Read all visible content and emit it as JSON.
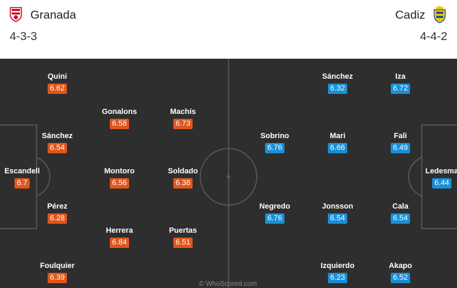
{
  "home": {
    "name": "Granada",
    "formation": "4-3-3",
    "color": "#e0561b",
    "players": [
      {
        "name": "Quini",
        "rating": "6.62"
      },
      {
        "name": "Sánchez",
        "rating": "6.54"
      },
      {
        "name": "Escandell",
        "rating": "6.7"
      },
      {
        "name": "Pérez",
        "rating": "6.28"
      },
      {
        "name": "Foulquier",
        "rating": "6.39"
      },
      {
        "name": "Gonalons",
        "rating": "6.58"
      },
      {
        "name": "Montoro",
        "rating": "6.56"
      },
      {
        "name": "Herrera",
        "rating": "6.84"
      },
      {
        "name": "Machís",
        "rating": "6.73"
      },
      {
        "name": "Soldado",
        "rating": "6.38"
      },
      {
        "name": "Puertas",
        "rating": "6.51"
      }
    ]
  },
  "away": {
    "name": "Cadiz",
    "formation": "4-4-2",
    "color": "#1a8fd6",
    "players": [
      {
        "name": "Sánchez",
        "rating": "6.32"
      },
      {
        "name": "Iza",
        "rating": "6.72"
      },
      {
        "name": "Sobrino",
        "rating": "6.76"
      },
      {
        "name": "Mari",
        "rating": "6.66"
      },
      {
        "name": "Fali",
        "rating": "6.49"
      },
      {
        "name": "Ledesma",
        "rating": "6.44"
      },
      {
        "name": "Negredo",
        "rating": "6.76"
      },
      {
        "name": "Jonsson",
        "rating": "6.54"
      },
      {
        "name": "Cala",
        "rating": "6.54"
      },
      {
        "name": "Izquierdo",
        "rating": "6.23"
      },
      {
        "name": "Akapo",
        "rating": "6.52"
      }
    ]
  },
  "watermark": "© WhoScored.com"
}
